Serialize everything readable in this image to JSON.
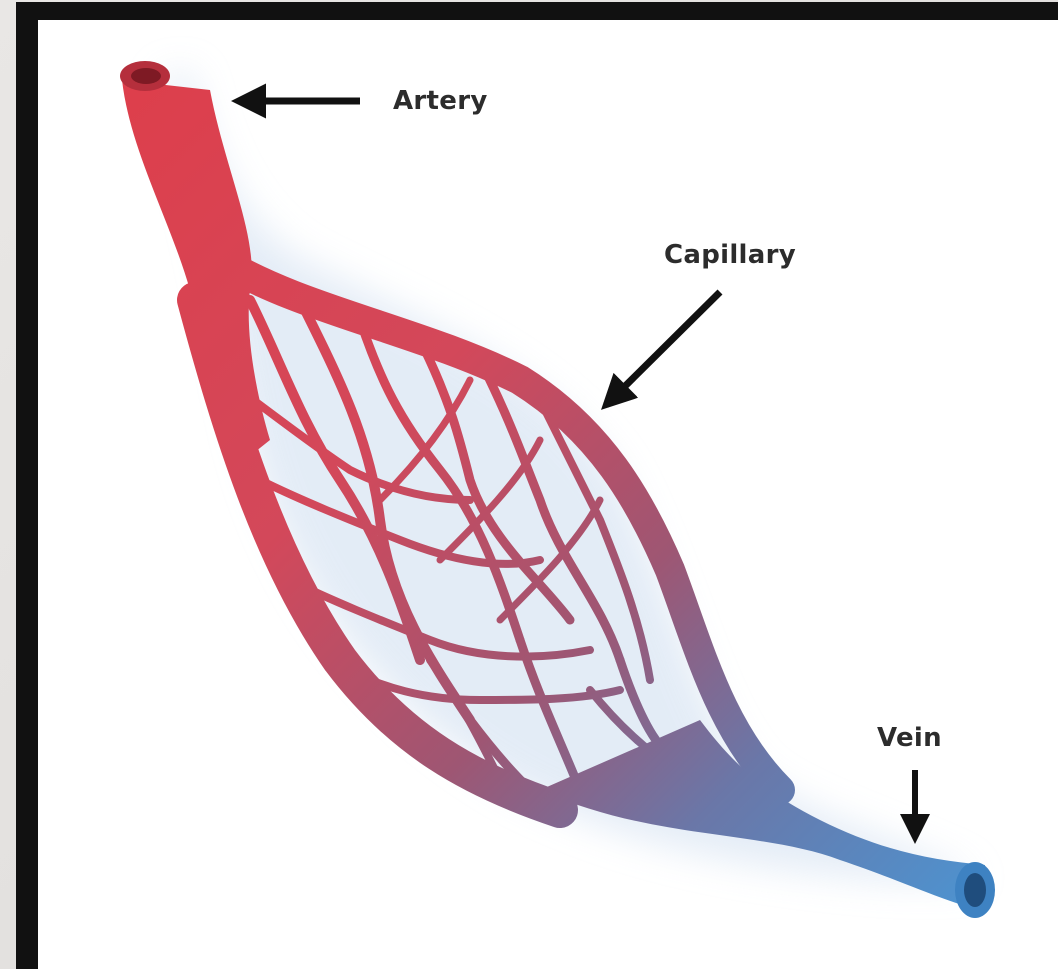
{
  "diagram": {
    "labels": {
      "artery": "Artery",
      "capillary": "Capillary",
      "vein": "Vein"
    },
    "colors": {
      "artery": "#d9424f",
      "capillary_mid": "#a8566e",
      "vein": "#4f8fcb",
      "frame": "#111111",
      "background": "#ffffff"
    }
  }
}
